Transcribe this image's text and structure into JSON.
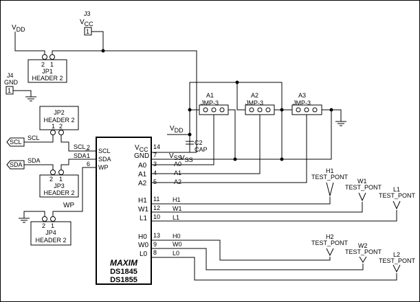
{
  "title": "",
  "connectors": {
    "j3": {
      "name": "J3",
      "label": "V",
      "sub": "CC",
      "pin": "1"
    },
    "j4": {
      "name": "J4",
      "label": "GND",
      "pin": "1"
    },
    "vdd_top": {
      "label": "V",
      "sub": "DD"
    }
  },
  "headers": {
    "jp1": {
      "name": "JP1",
      "type": "HEADER 2",
      "pins": [
        "2",
        "1"
      ]
    },
    "jp2": {
      "name": "JP2",
      "type": "HEADER 2",
      "pins": [
        "1",
        "2"
      ]
    },
    "jp3": {
      "name": "JP3",
      "type": "HEADER 2",
      "pins": [
        "2",
        "1"
      ]
    },
    "jp4": {
      "name": "JP4",
      "type": "HEADER 2",
      "pins": [
        "2",
        "1"
      ]
    }
  },
  "jumpers": [
    {
      "ref": "A1",
      "type": "JMP-3"
    },
    {
      "ref": "A2",
      "type": "JMP-3"
    },
    {
      "ref": "A3",
      "type": "JMP-3"
    }
  ],
  "capacitor": {
    "ref": "C2",
    "type": "CAP"
  },
  "rails": {
    "vdd": {
      "label": "V",
      "sub": "DD"
    },
    "vss": {
      "label": "V",
      "sub": "SS"
    }
  },
  "ports": {
    "scl": "SCL",
    "sda": "SDA",
    "wp": "WP"
  },
  "bus_labels": {
    "scl": "SCL_",
    "sda": "SDA_"
  },
  "ic": {
    "logo": "MAXIM",
    "parts": [
      "DS1845",
      "DS1855"
    ],
    "left_pins": [
      {
        "name": "SCL",
        "num": "2"
      },
      {
        "name": "SDA",
        "num": "1"
      },
      {
        "name": "WP",
        "num": "6"
      }
    ],
    "right_pins": [
      {
        "name": "V",
        "sub": "CC",
        "num": "14",
        "net": ""
      },
      {
        "name": "GND",
        "num": "7",
        "net": "V",
        "netsub": "SS"
      },
      {
        "name": "A0",
        "num": "3",
        "net": "A0"
      },
      {
        "name": "A1",
        "num": "4",
        "net": "A1"
      },
      {
        "name": "A2",
        "num": "5",
        "net": "A2"
      },
      {
        "name": "H1",
        "num": "11",
        "net": "H1"
      },
      {
        "name": "W1",
        "num": "12",
        "net": "W1"
      },
      {
        "name": "L1",
        "num": "10",
        "net": "L1"
      },
      {
        "name": "H0",
        "num": "13",
        "net": "H0"
      },
      {
        "name": "W0",
        "num": "9",
        "net": "W0"
      },
      {
        "name": "L0",
        "num": "8",
        "net": "L0"
      }
    ]
  },
  "test_points": [
    {
      "ref": "H1",
      "type": "TEST_PONT"
    },
    {
      "ref": "W1",
      "type": "TEST_PONT"
    },
    {
      "ref": "L1",
      "type": "TEST_PONT"
    },
    {
      "ref": "H2",
      "type": "TEST_PONT"
    },
    {
      "ref": "W2",
      "type": "TEST_PONT"
    },
    {
      "ref": "L2",
      "type": "TEST_PONT"
    }
  ]
}
